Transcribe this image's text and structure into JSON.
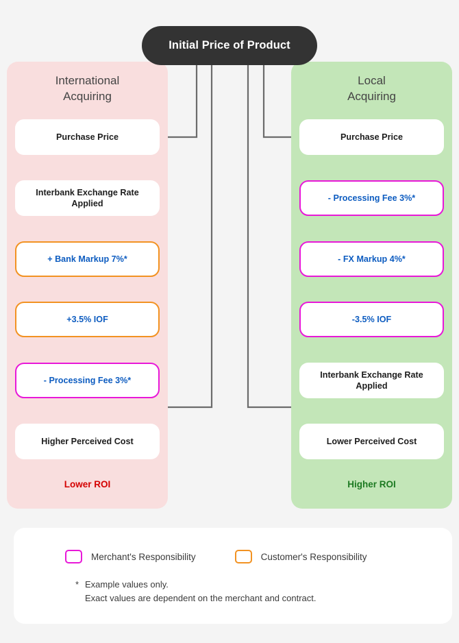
{
  "diagram": {
    "title": "Initial Price of Product",
    "columns": [
      {
        "id": "international",
        "title_line1": "International",
        "title_line2": "Acquiring",
        "accent_bg": "#f9dede",
        "steps": [
          {
            "label": "Purchase Price",
            "style": "plain"
          },
          {
            "label": "Interbank Exchange Rate Applied",
            "style": "plain"
          },
          {
            "label": "+ Bank Markup 7%*",
            "style": "orange"
          },
          {
            "label": "+3.5% IOF",
            "style": "orange"
          },
          {
            "label": "- Processing Fee 3%*",
            "style": "pink"
          },
          {
            "label": "Higher Perceived Cost",
            "style": "plain"
          }
        ],
        "roi": "Lower ROI",
        "roi_color": "#d40000"
      },
      {
        "id": "local",
        "title_line1": "Local",
        "title_line2": "Acquiring",
        "accent_bg": "#c3e6b8",
        "steps": [
          {
            "label": "Purchase Price",
            "style": "plain"
          },
          {
            "label": "- Processing Fee 3%*",
            "style": "pink"
          },
          {
            "label": "- FX Markup 4%*",
            "style": "pink"
          },
          {
            "label": "-3.5% IOF",
            "style": "pink"
          },
          {
            "label": "Interbank Exchange Rate Applied",
            "style": "plain"
          },
          {
            "label": "Lower Perceived Cost",
            "style": "plain"
          }
        ],
        "roi": "Higher ROI",
        "roi_color": "#1d7a22"
      }
    ]
  },
  "legend": {
    "items": [
      {
        "label": "Merchant's Responsibility",
        "color": "#e818d8"
      },
      {
        "label": "Customer's Responsibility",
        "color": "#f29222"
      }
    ],
    "note_star": "*",
    "note_line1": "Example values only.",
    "note_line2": "Exact values are dependent on the merchant and contract."
  },
  "colors": {
    "background": "#f4f4f4",
    "pill": "#333333",
    "value_text": "#0d5cc0",
    "connector": "#6b6b6b"
  }
}
